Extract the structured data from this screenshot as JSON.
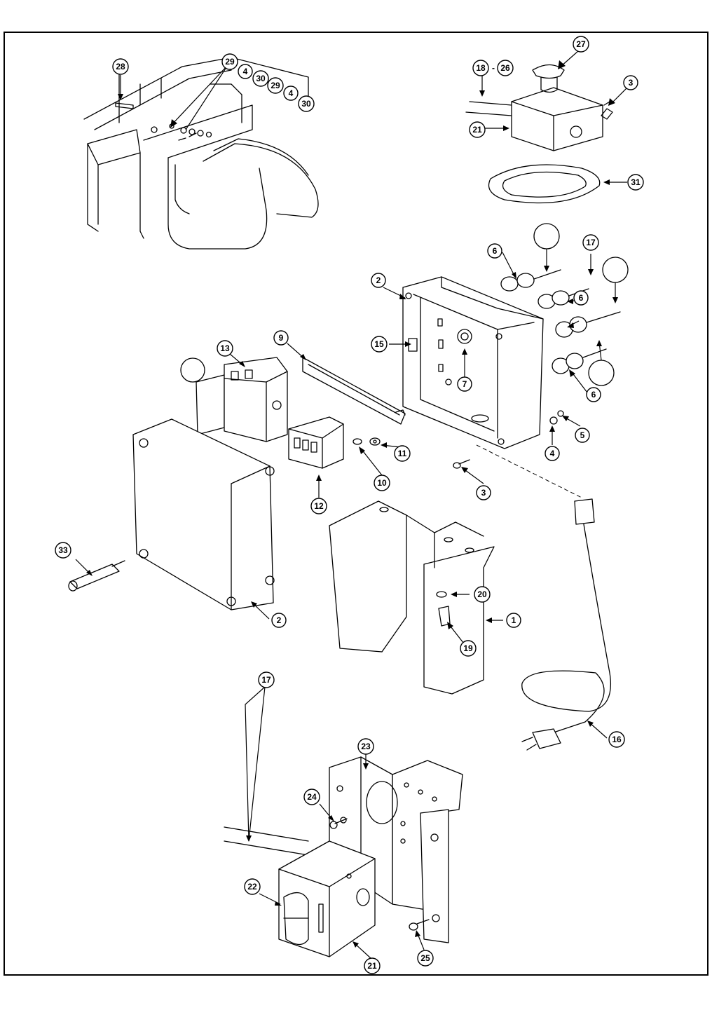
{
  "callouts": [
    {
      "id": "c28",
      "label": "28"
    },
    {
      "id": "c29a",
      "label": "29"
    },
    {
      "id": "c4a",
      "label": "4"
    },
    {
      "id": "c30a",
      "label": "30"
    },
    {
      "id": "c29b",
      "label": "29"
    },
    {
      "id": "c4b",
      "label": "4"
    },
    {
      "id": "c30b",
      "label": "30"
    },
    {
      "id": "c18",
      "label": "18"
    },
    {
      "id": "c26",
      "label": "26"
    },
    {
      "id": "c27",
      "label": "27"
    },
    {
      "id": "c3a",
      "label": "3"
    },
    {
      "id": "c21a",
      "label": "21"
    },
    {
      "id": "c31",
      "label": "31"
    },
    {
      "id": "c6a",
      "label": "6"
    },
    {
      "id": "c17a",
      "label": "17"
    },
    {
      "id": "c2a",
      "label": "2"
    },
    {
      "id": "c6b",
      "label": "6"
    },
    {
      "id": "c15",
      "label": "15"
    },
    {
      "id": "c7",
      "label": "7"
    },
    {
      "id": "c9",
      "label": "9"
    },
    {
      "id": "c13",
      "label": "13"
    },
    {
      "id": "c6c",
      "label": "6"
    },
    {
      "id": "c11",
      "label": "11"
    },
    {
      "id": "c10",
      "label": "10"
    },
    {
      "id": "c12",
      "label": "12"
    },
    {
      "id": "c4c",
      "label": "4"
    },
    {
      "id": "c5",
      "label": "5"
    },
    {
      "id": "c3b",
      "label": "3"
    },
    {
      "id": "c33",
      "label": "33"
    },
    {
      "id": "c2b",
      "label": "2"
    },
    {
      "id": "c20",
      "label": "20"
    },
    {
      "id": "c1",
      "label": "1"
    },
    {
      "id": "c19",
      "label": "19"
    },
    {
      "id": "c16",
      "label": "16"
    },
    {
      "id": "c23",
      "label": "23"
    },
    {
      "id": "c24",
      "label": "24"
    },
    {
      "id": "c17b",
      "label": "17"
    },
    {
      "id": "c22",
      "label": "22"
    },
    {
      "id": "c25",
      "label": "25"
    },
    {
      "id": "c21b",
      "label": "21"
    }
  ],
  "range_separator": "-"
}
